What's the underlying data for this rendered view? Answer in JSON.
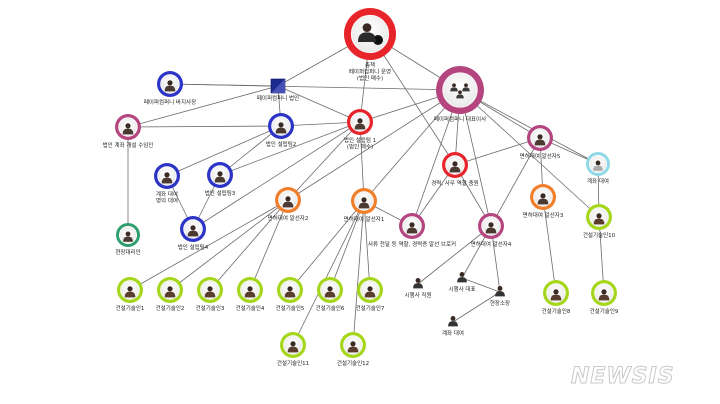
{
  "nodes": {
    "ringleader": {
      "label": [
        "총책",
        "페이퍼컴퍼니 운영",
        "(법인 매수)"
      ],
      "color": "#e8242b"
    },
    "pc_rep": {
      "label": [
        "페이퍼컴퍼니 대표이사"
      ],
      "color": "#b5457f"
    },
    "pc_corp": {
      "label": [
        "페이퍼컴퍼니 법인"
      ],
      "color": "#1b2a8f"
    },
    "pc_exec": {
      "label": [
        "페이퍼컴퍼니 바지사장"
      ],
      "color": "#2b34c6"
    },
    "acct_buyer": {
      "label": [
        "법인 계좌 개설 수임인"
      ],
      "color": "#b5457f"
    },
    "corp_team1": {
      "label": [
        "법인 설립팀 1",
        "(법인 매수)"
      ],
      "color": "#e8242b"
    },
    "corp_team2": {
      "label": [
        "법인 설립팀2"
      ],
      "color": "#2b34c6"
    },
    "acct_lend": {
      "label": [
        "계좌 대여",
        "명의 대여"
      ],
      "color": "#2b34c6"
    },
    "corp_team3": {
      "label": [
        "법인 설립팀3"
      ],
      "color": "#2b34c6"
    },
    "corp_team4": {
      "label": [
        "법인 설립팀4"
      ],
      "color": "#2b34c6"
    },
    "field_agent": {
      "label": [
        "현장대리인"
      ],
      "color": "#2f9e6e"
    },
    "career_role": {
      "label": [
        "경력, 사무 역할 충원"
      ],
      "color": "#e8242b"
    },
    "lic_broker5": {
      "label": [
        "면허대여 알선자5"
      ],
      "color": "#b5457f"
    },
    "acct_lend2": {
      "label": [
        "계좌 대여"
      ],
      "color": "#8fd8e8"
    },
    "lic_broker2": {
      "label": [
        "면허대여 알선자2"
      ],
      "color": "#f07e2a"
    },
    "lic_broker1": {
      "label": [
        "면허대여 알선자1"
      ],
      "color": "#f07e2a"
    },
    "lic_broker3": {
      "label": [
        "면허대여 알선자3"
      ],
      "color": "#f07e2a"
    },
    "broker_doc": {
      "label": [
        "서류 전달 등 역할, 경력증 알선 브로커"
      ],
      "color": "#b5457f"
    },
    "lic_broker4": {
      "label": [
        "면허대여 알선자4"
      ],
      "color": "#b5457f"
    },
    "tech10": {
      "label": [
        "건설기술인10"
      ],
      "color": "#a5d61e"
    },
    "tech1": {
      "label": [
        "건설기술인1"
      ],
      "color": "#a5d61e"
    },
    "tech2": {
      "label": [
        "건설기술인2"
      ],
      "color": "#a5d61e"
    },
    "tech3": {
      "label": [
        "건설기술인3"
      ],
      "color": "#a5d61e"
    },
    "tech4": {
      "label": [
        "건설기술인4"
      ],
      "color": "#a5d61e"
    },
    "tech5": {
      "label": [
        "건설기술인5"
      ],
      "color": "#a5d61e"
    },
    "tech6": {
      "label": [
        "건설기술인6"
      ],
      "color": "#a5d61e"
    },
    "tech7": {
      "label": [
        "건설기술인7"
      ],
      "color": "#a5d61e"
    },
    "tech8": {
      "label": [
        "건설기술인8"
      ],
      "color": "#a5d61e"
    },
    "tech9": {
      "label": [
        "건설기술인9"
      ],
      "color": "#a5d61e"
    },
    "tech11": {
      "label": [
        "건설기술인11"
      ],
      "color": "#a5d61e"
    },
    "tech12": {
      "label": [
        "건설기술인12"
      ],
      "color": "#a5d61e"
    },
    "sub_staff": {
      "label": [
        "시행사 직원"
      ]
    },
    "sub_rep": {
      "label": [
        "시행사 대표"
      ]
    },
    "site_mgr": {
      "label": [
        "현장소장"
      ]
    },
    "acct_lend3": {
      "label": [
        "계좌 대여"
      ]
    }
  },
  "edges": [
    [
      "ringleader",
      "pc_corp"
    ],
    [
      "ringleader",
      "pc_rep"
    ],
    [
      "ringleader",
      "corp_team1"
    ],
    [
      "ringleader",
      "career_role"
    ],
    [
      "pc_corp",
      "pc_exec"
    ],
    [
      "pc_corp",
      "acct_buyer"
    ],
    [
      "pc_corp",
      "corp_team1"
    ],
    [
      "pc_corp",
      "corp_team2"
    ],
    [
      "pc_rep",
      "pc_exec"
    ],
    [
      "pc_rep",
      "corp_team1"
    ],
    [
      "pc_rep",
      "career_role"
    ],
    [
      "pc_rep",
      "lic_broker5"
    ],
    [
      "pc_rep",
      "lic_broker2"
    ],
    [
      "pc_rep",
      "lic_broker1"
    ],
    [
      "pc_rep",
      "broker_doc"
    ],
    [
      "pc_rep",
      "lic_broker4"
    ],
    [
      "pc_rep",
      "acct_lend2"
    ],
    [
      "pc_rep",
      "tech10"
    ],
    [
      "corp_team1",
      "corp_team2"
    ],
    [
      "corp_team1",
      "lic_broker2"
    ],
    [
      "corp_team1",
      "corp_team3"
    ],
    [
      "corp_team1",
      "lic_broker1"
    ],
    [
      "corp_team1",
      "corp_team4"
    ],
    [
      "acct_buyer",
      "corp_team2"
    ],
    [
      "acct_buyer",
      "field_agent"
    ],
    [
      "corp_team2",
      "corp_team3"
    ],
    [
      "corp_team2",
      "acct_lend"
    ],
    [
      "acct_lend",
      "corp_team4"
    ],
    [
      "corp_team3",
      "corp_team4"
    ],
    [
      "career_role",
      "lic_broker5"
    ],
    [
      "career_role",
      "broker_doc"
    ],
    [
      "career_role",
      "lic_broker4"
    ],
    [
      "lic_broker5",
      "lic_broker3"
    ],
    [
      "lic_broker5",
      "lic_broker4"
    ],
    [
      "lic_broker5",
      "acct_lend2"
    ],
    [
      "lic_broker2",
      "tech1"
    ],
    [
      "lic_broker2",
      "tech2"
    ],
    [
      "lic_broker2",
      "tech3"
    ],
    [
      "lic_broker2",
      "tech4"
    ],
    [
      "lic_broker1",
      "tech5"
    ],
    [
      "lic_broker1",
      "tech6"
    ],
    [
      "lic_broker1",
      "tech7"
    ],
    [
      "lic_broker1",
      "tech11"
    ],
    [
      "lic_broker1",
      "tech12"
    ],
    [
      "lic_broker1",
      "broker_doc"
    ],
    [
      "lic_broker3",
      "tech8"
    ],
    [
      "acct_lend2",
      "tech10"
    ],
    [
      "tech10",
      "tech9"
    ],
    [
      "lic_broker4",
      "sub_staff"
    ],
    [
      "lic_broker4",
      "sub_rep"
    ],
    [
      "lic_broker4",
      "site_mgr"
    ],
    [
      "site_mgr",
      "acct_lend3"
    ],
    [
      "sub_rep",
      "site_mgr"
    ]
  ],
  "watermark": "NEWSIS"
}
